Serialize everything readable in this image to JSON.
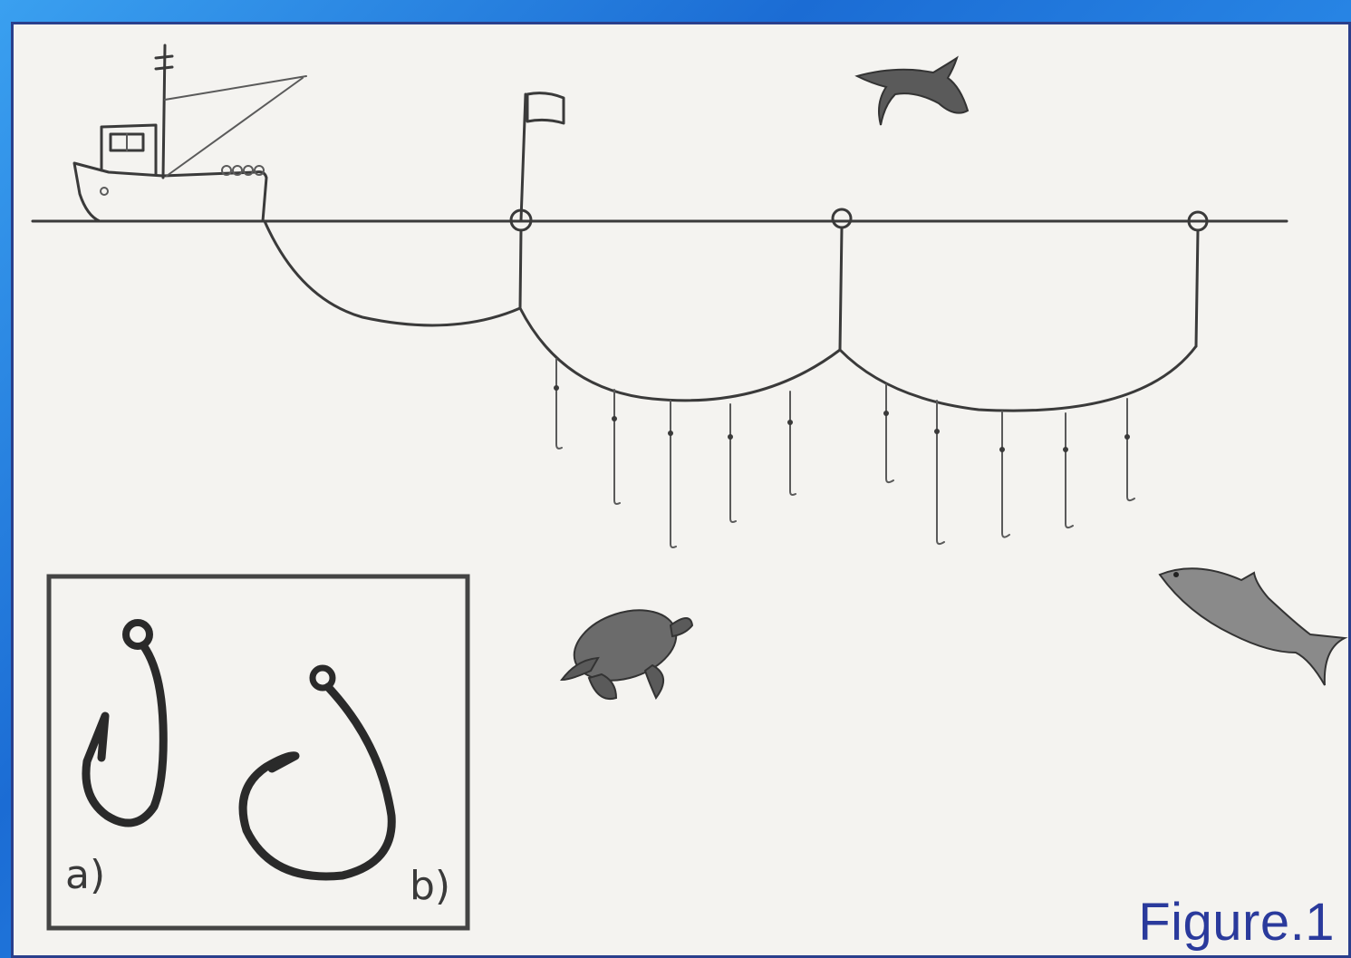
{
  "figure": {
    "caption": "Figure.1"
  },
  "hook_inset": {
    "label_a": "a)",
    "label_b": "b)"
  },
  "colors": {
    "frame": "#1c6fd0",
    "paper": "#f4f3f0",
    "caption": "#2a3a9c",
    "pencil": "#3a3a3a"
  }
}
